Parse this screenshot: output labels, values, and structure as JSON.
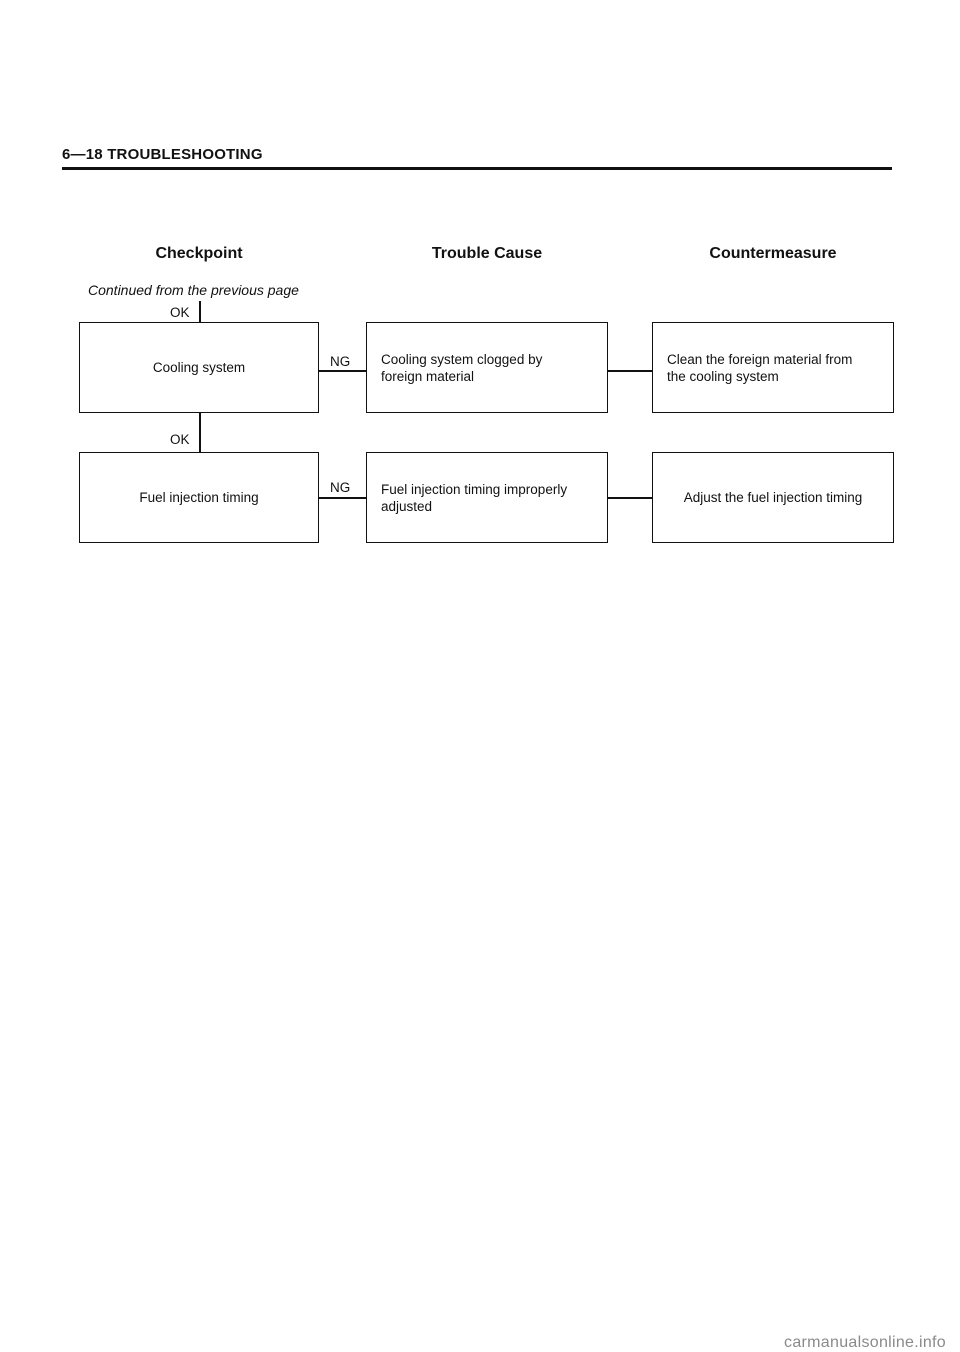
{
  "header": {
    "title": "6—18 TROUBLESHOOTING"
  },
  "columns": {
    "checkpoint": "Checkpoint",
    "cause": "Trouble Cause",
    "countermeasure": "Countermeasure"
  },
  "continued": "Continued from the previous page",
  "rows": [
    {
      "ok_label": "OK",
      "checkpoint": "Cooling system",
      "ng_label": "NG",
      "cause": "Cooling system clogged by\nforeign material",
      "countermeasure": "Clean the foreign material from\nthe cooling system"
    },
    {
      "ok_label": "OK",
      "checkpoint": "Fuel injection timing",
      "ng_label": "NG",
      "cause": "Fuel injection timing improperly\nadjusted",
      "countermeasure": "Adjust the fuel injection timing"
    }
  ],
  "footer": {
    "watermark": "carmanualsonline.info"
  }
}
